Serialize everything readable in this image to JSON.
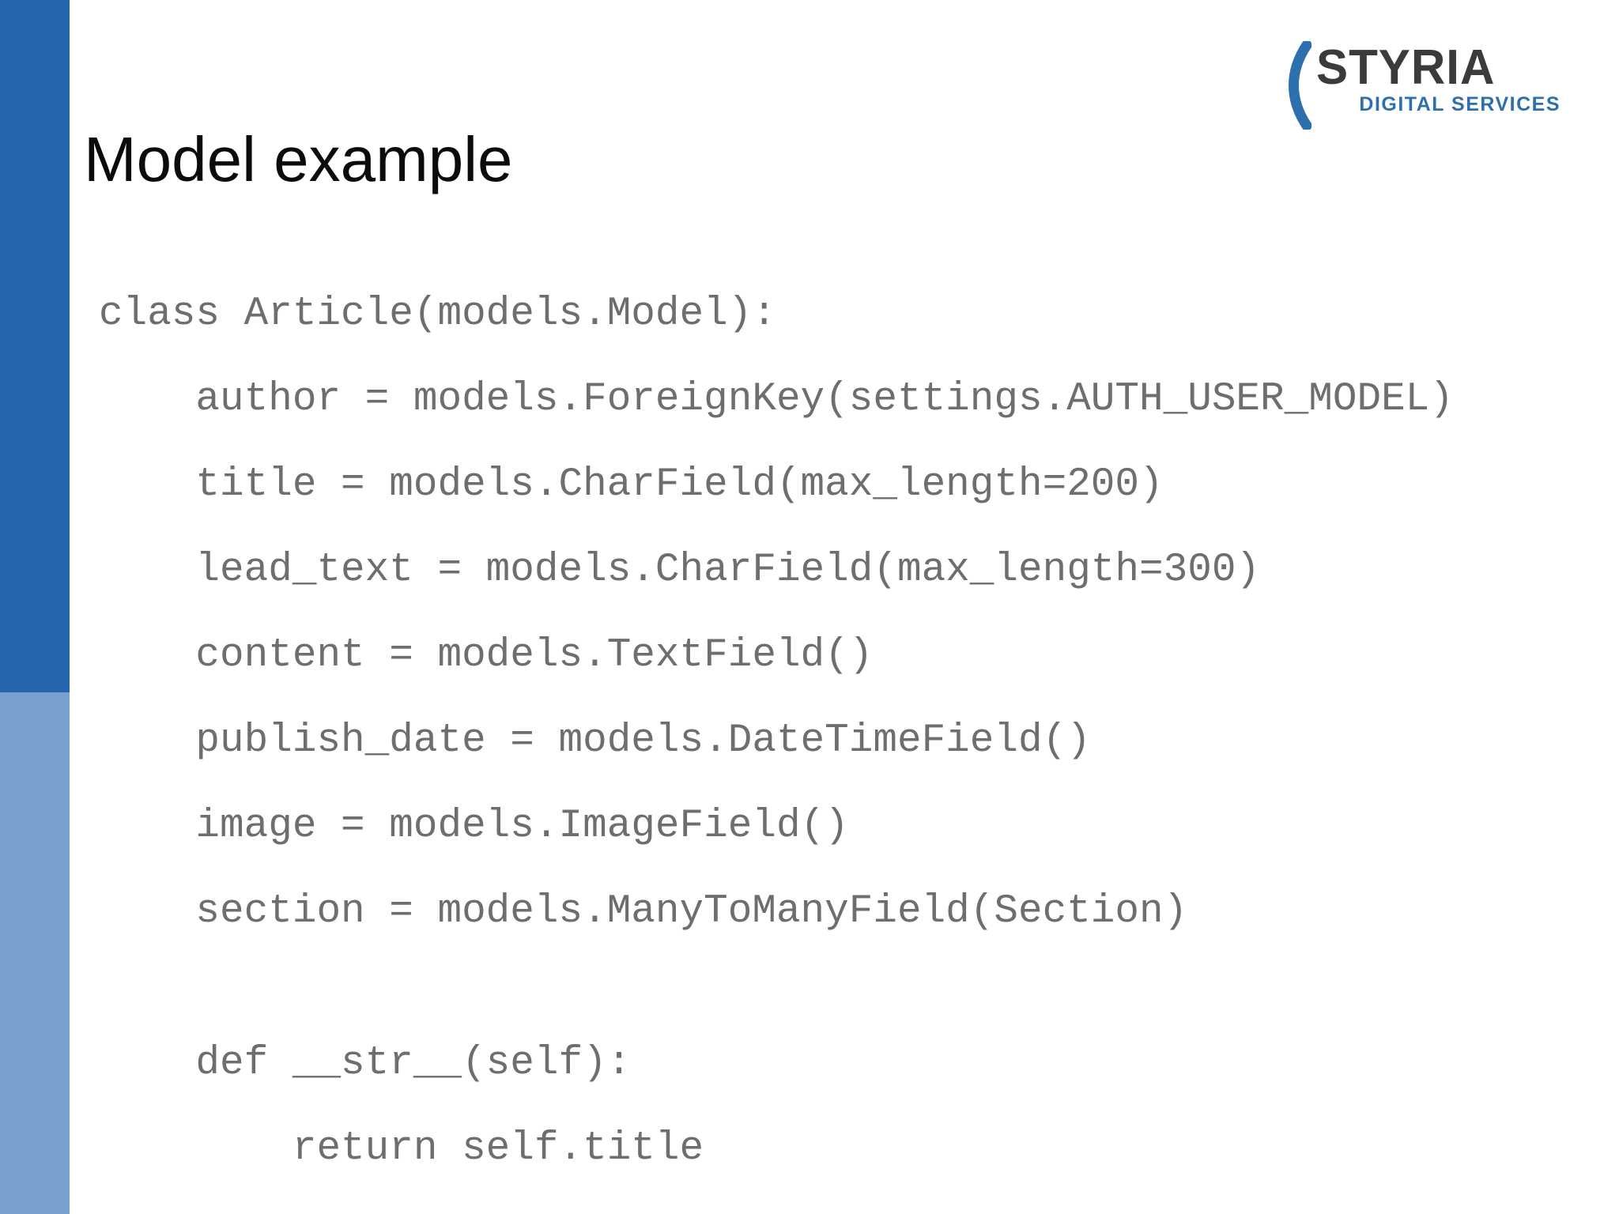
{
  "slide": {
    "title": "Model example",
    "logo": {
      "name": "STYRIA",
      "subtitle": "DIGITAL SERVICES"
    },
    "code": {
      "lines": [
        "class Article(models.Model):",
        "    author = models.ForeignKey(settings.AUTH_USER_MODEL)",
        "    title = models.CharField(max_length=200)",
        "    lead_text = models.CharField(max_length=300)",
        "    content = models.TextField()",
        "    publish_date = models.DateTimeField()",
        "    image = models.ImageField()",
        "    section = models.ManyToManyField(Section)",
        "    def __str__(self):",
        "        return self.title"
      ]
    },
    "colors": {
      "accent_dark_blue": "#2565ad",
      "accent_light_blue": "#79a1d0",
      "logo_charcoal": "#3b3b3d",
      "logo_blue": "#2e6fad",
      "code_gray": "#6e6e6e",
      "title_black": "#0b0b0b"
    }
  }
}
